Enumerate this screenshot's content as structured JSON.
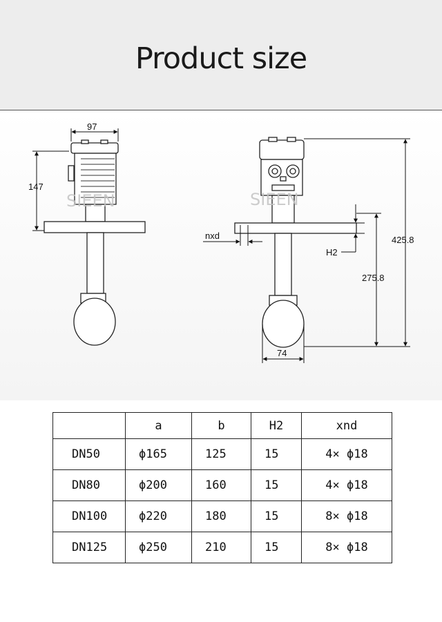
{
  "header": {
    "title": "Product size"
  },
  "drawing": {
    "left_view": {
      "width_label": "97",
      "height_label": "147",
      "watermark": "SIEEN"
    },
    "right_view": {
      "label_nxd": "nxd",
      "label_h2": "H2",
      "label_total_height": "425.8",
      "label_probe_height": "275.8",
      "label_float_diameter": "74",
      "watermark": "SIEEN"
    }
  },
  "table": {
    "headers": [
      "",
      "a",
      "b",
      "H2",
      "xnd"
    ],
    "rows": [
      [
        "DN50",
        "ϕ165",
        "125",
        "15",
        "4× ϕ18"
      ],
      [
        "DN80",
        "ϕ200",
        "160",
        "15",
        "4× ϕ18"
      ],
      [
        "DN100",
        "ϕ220",
        "180",
        "15",
        "8× ϕ18"
      ],
      [
        "DN125",
        "ϕ250",
        "210",
        "15",
        "8× ϕ18"
      ]
    ]
  }
}
